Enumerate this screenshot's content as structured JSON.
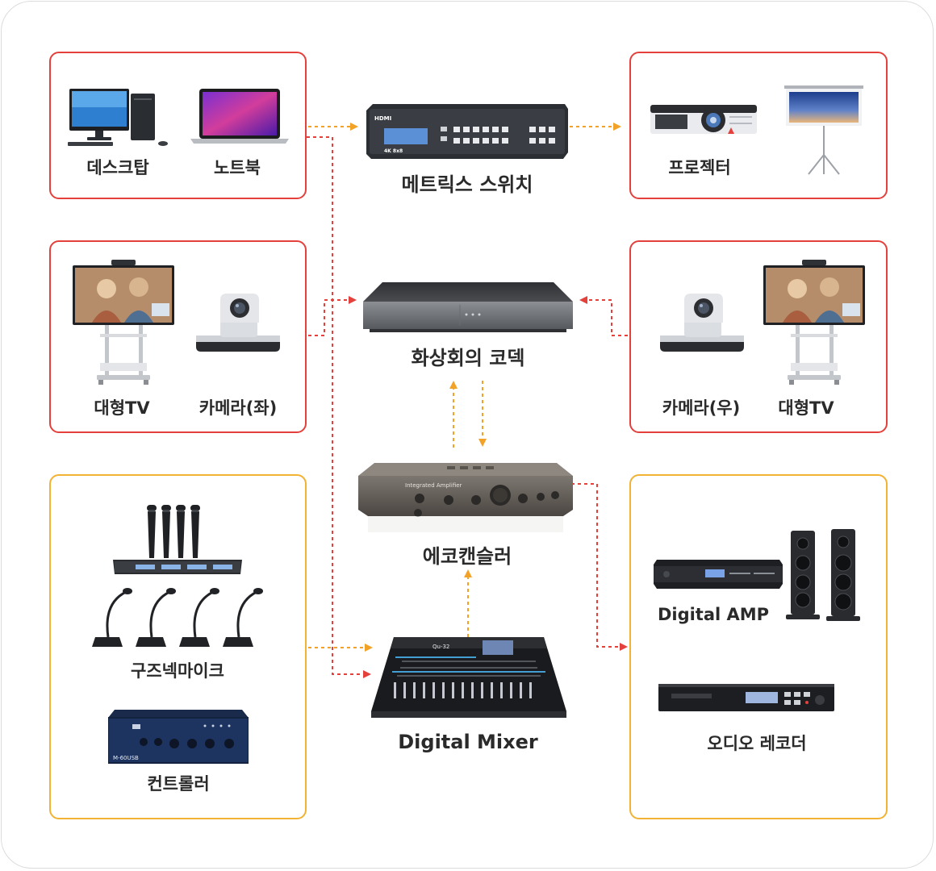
{
  "colors": {
    "red": "#e4403c",
    "orange": "#f2a227",
    "amber_border": "#f2b233"
  },
  "labels": {
    "desktop": "데스크탑",
    "laptop": "노트북",
    "matrix_switch": "메트릭스 스위치",
    "projector": "프로젝터",
    "large_tv_left": "대형TV",
    "camera_left": "카메라(좌)",
    "codec": "화상회의 코덱",
    "camera_right": "카메라(우)",
    "large_tv_right": "대형TV",
    "echo_canceller": "에코캔슬러",
    "gooseneck_mic": "구즈넥마이크",
    "controller": "컨트롤러",
    "digital_mixer": "Digital Mixer",
    "digital_amp": "Digital AMP",
    "audio_recorder": "오디오 레코더"
  },
  "device_text": {
    "matrix_brand": "HDMI",
    "matrix_model": "4K 8x8",
    "amp_panel": "Integrated Amplifier",
    "mixer_brand": "Qu-32",
    "controller_model": "M-60USB"
  }
}
